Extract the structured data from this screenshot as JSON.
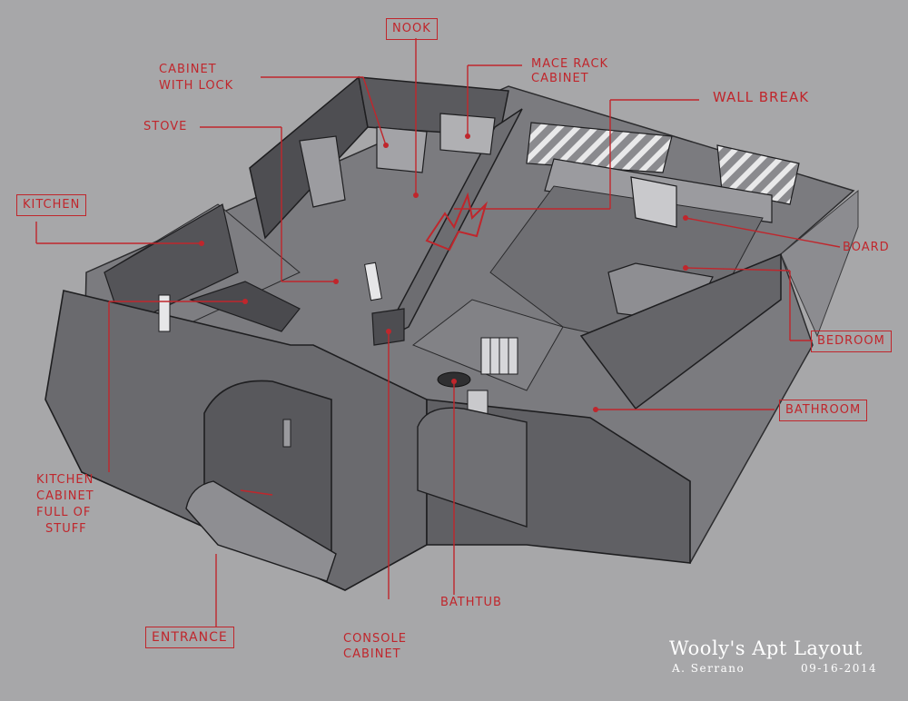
{
  "labels": {
    "nook": "Nook",
    "cabinet_lock_1": "Cabinet",
    "cabinet_lock_2": "with lock",
    "mace_rack_1": "Mace Rack",
    "mace_rack_2": "Cabinet",
    "wall_break": "Wall Break",
    "stove": "Stove",
    "kitchen": "Kitchen",
    "board": "Board",
    "bedroom": "Bedroom",
    "bathroom": "Bathroom",
    "kitchen_cabinet_1": "Kitchen",
    "kitchen_cabinet_2": "Cabinet",
    "kitchen_cabinet_3": "full of",
    "kitchen_cabinet_4": "stuff",
    "bathtub": "Bathtub",
    "entrance": "Entrance",
    "console_1": "Console",
    "console_2": "Cabinet"
  },
  "signature": {
    "title": "Wooly's Apt Layout",
    "artist": "A. Serrano",
    "date": "09-16-2014"
  },
  "colors": {
    "background": "#a7a7a9",
    "annotation": "#c0262c",
    "signature": "#ffffff"
  }
}
